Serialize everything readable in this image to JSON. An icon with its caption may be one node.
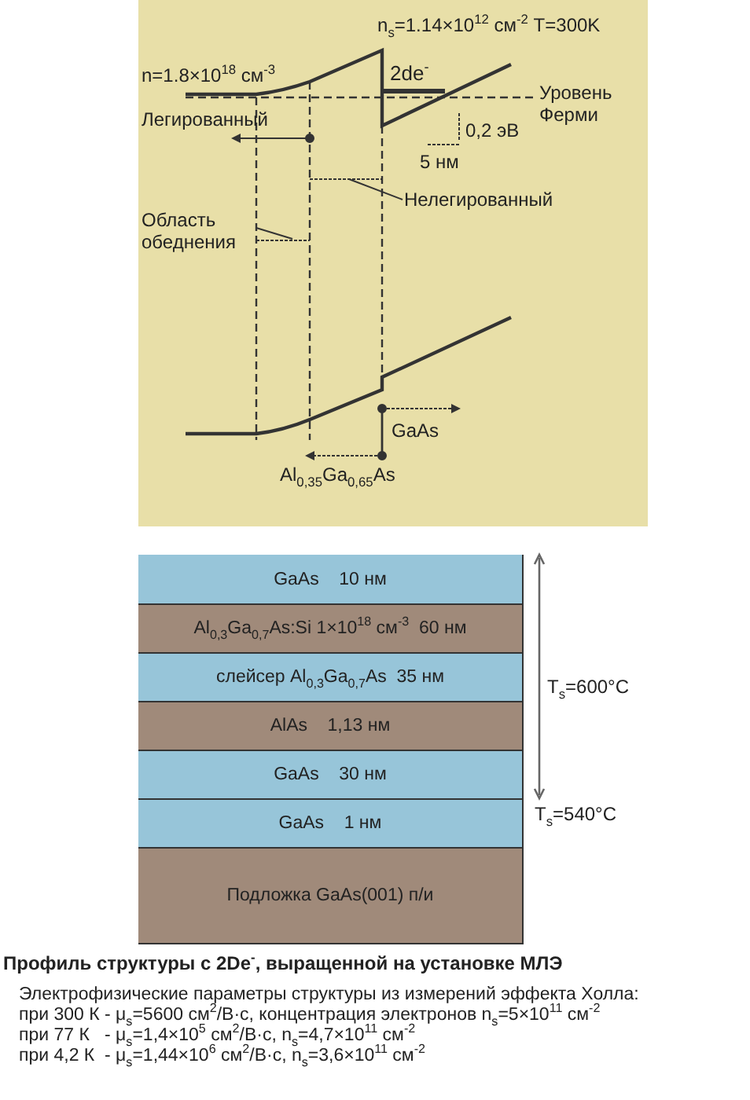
{
  "diagram": {
    "caption": "Профиль структуры с 2De$^{-}$, выращенной на установке МЛЭ",
    "nodes": [
      {
        "text": [
          "GaAs    10 нм"
        ]
      },
      {
        "text": [
          "Al$_{0,3}$Ga$_{0,7}$As:Si 1×10$^{18}$ см$^{-3}$  60 нм"
        ]
      },
      {
        "text": [
          "слейсер Al$_{0,3}$Ga$_{0,7}$As  35 нм"
        ]
      },
      {
        "text": [
          "AlAs    1,13 нм"
        ]
      },
      {
        "text": [
          "GaAs    30 нм"
        ]
      },
      {
        "text": [
          "GaAs    1 нм"
        ]
      },
      {
        "text": [
          "Подложка GaAs(001) п/и"
        ]
      },
      {
        "text": [
          "Область обеднения"
        ]
      },
      {
        "text": [
          "Нелегированный"
        ]
      }
    ],
    "edges": [
      {
        "from": 7,
        "to": null,
        "arrow": "none"
      },
      {
        "from": 8,
        "to": null,
        "arrow": "none"
      }
    ],
    "labels": [
      "n$_{s}$=1.14×10$^{12}$ см$^{-2}$ T=300K",
      "n=1.8×10$^{18}$ см$^{-3}$",
      "2de$^{-}$",
      "Уровень Ферми",
      "Легированный",
      "0,2 эВ",
      "5 нм",
      "GaAs",
      "Al$_{0,35}$Ga$_{0,65}$As",
      "T$_{s}$=600°C",
      "T$_{s}$=540°C",
      "Электрофизические параметры структуры из измерений эффекта Холла:",
      "при 300 К - μ$_{s}$=5600 см$^{2}$/В·с, концентрация электронов n$_{s}$=5×10$^{11}$ см$^{-2}$",
      "при 77 К   - μ$_{s}$=1,4×10$^{5}$ см$^{2}$/В·с, n$_{s}$=4,7×10$^{11}$ см$^{-2}$",
      "при 4,2 К  - μ$_{s}$=1,44×10$^{6}$ см$^{2}$/В·с, n$_{s}$=3,6×10$^{11}$ см$^{-2}$"
    ]
  }
}
